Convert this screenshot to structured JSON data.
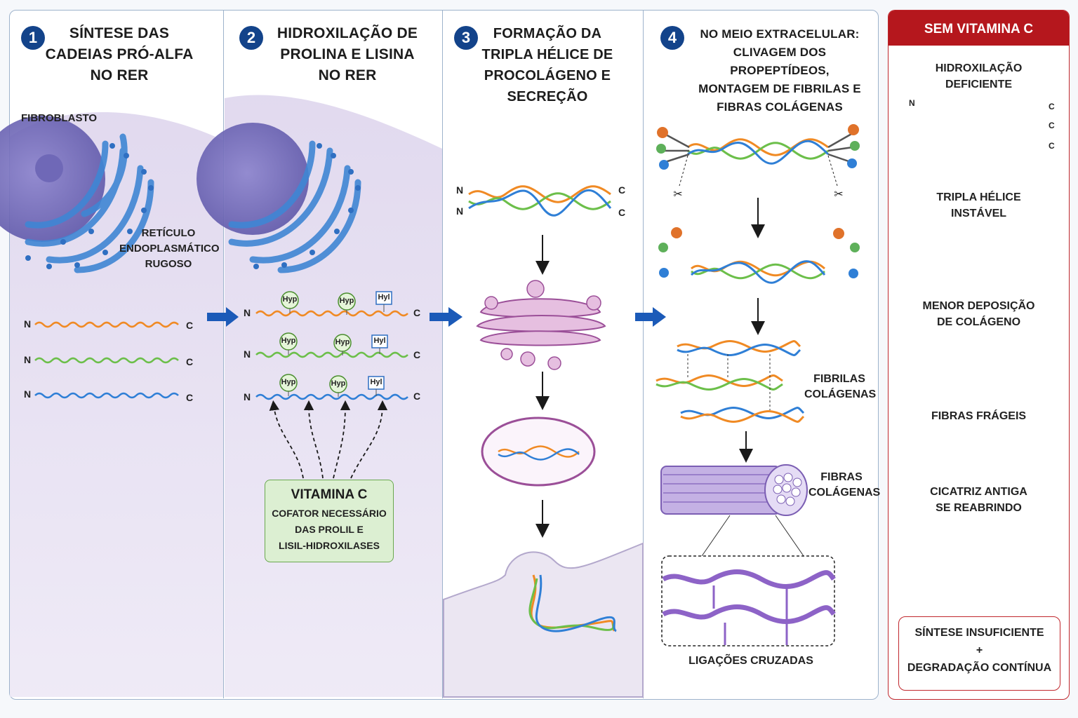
{
  "steps": [
    {
      "num": "1",
      "title_lines": [
        "SÍNTESE DAS",
        "CADEIAS PRÓ-ALFA",
        "NO RER"
      ]
    },
    {
      "num": "2",
      "title_lines": [
        "HIDROXILAÇÃO DE",
        "PROLINA E LISINA",
        "NO RER"
      ]
    },
    {
      "num": "3",
      "title_lines": [
        "FORMAÇÃO DA",
        "TRIPLA HÉLICE DE",
        "PROCOLÁGENO E SECREÇÃO"
      ]
    },
    {
      "num": "4",
      "title_lines": [
        "NO MEIO EXTRACELULAR:",
        "CLIVAGEM DOS PROPEPTÍDEOS,",
        "MONTAGEM DE FIBRILAS E",
        "FIBRAS COLÁGENAS"
      ]
    }
  ],
  "panel1": {
    "cell_label": "FIBROBLASTO",
    "rer_label": [
      "RETÍCULO",
      "ENDOPLASMÁTICO",
      "RUGOSO"
    ],
    "chain_n": "N",
    "chain_c": "C"
  },
  "panel2": {
    "hyp": "Hyp",
    "hyl": "Hyl",
    "vitamin_title": "VITAMINA C",
    "vitamin_desc": [
      "COFATOR NECESSÁRIO",
      "DAS PROLIL E",
      "LISIL-HIDROXILASES"
    ]
  },
  "panel4": {
    "fibrils_label": [
      "FIBRILAS",
      "COLÁGENAS"
    ],
    "fibers_label": [
      "FIBRAS",
      "COLÁGENAS"
    ],
    "crosslinks_label": "LIGAÇÕES CRUZADAS"
  },
  "side": {
    "header": "SEM VITAMINA C",
    "hydrox_label": [
      "HIDROXILAÇÃO",
      "DEFICIENTE"
    ],
    "helix_label": [
      "TRIPLA HÉLICE",
      "INSTÁVEL"
    ],
    "deposition_label": [
      "MENOR DEPOSIÇÃO",
      "DE COLÁGENO"
    ],
    "fragile_label": "FIBRAS FRÁGEIS",
    "scar_label": [
      "CICATRIZ ANTIGA",
      "SE REABRINDO"
    ],
    "final_lines": [
      "SÍNTESE INSUFICIENTE",
      "+",
      "DEGRADAÇÃO CONTÍNUA"
    ]
  },
  "colors": {
    "step_badge": "#13438a",
    "chain_orange": "#f08a24",
    "chain_green": "#6cbf4a",
    "chain_blue": "#2f7fd6",
    "warning_red": "#b5171d",
    "vitamin_green": "#dcefd2"
  }
}
